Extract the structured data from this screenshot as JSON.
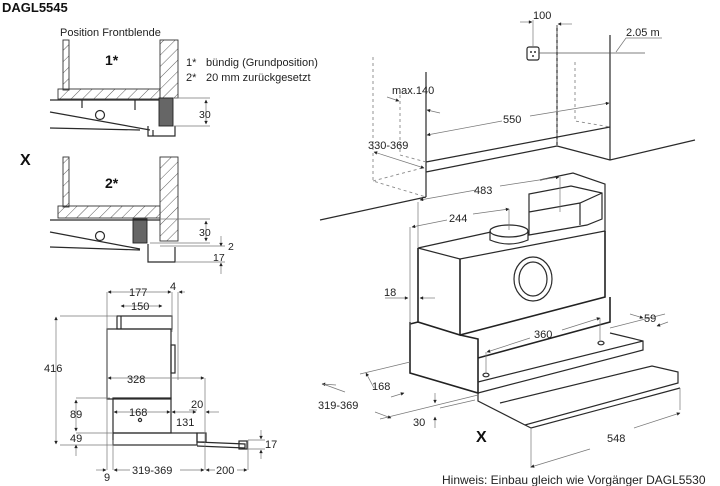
{
  "title": "DAGL5545",
  "detail_x": {
    "caption": "Position Frontblende",
    "marker": "X",
    "position_1": {
      "label": "1*",
      "dim_height": "30"
    },
    "position_2": {
      "label": "2*",
      "dim_height": "30",
      "dim_offset": "2",
      "dim_rail": "17"
    },
    "legend": [
      {
        "key": "1*",
        "text": "bündig (Grundposition)"
      },
      {
        "key": "2*",
        "text": "20 mm zurückgesetzt"
      }
    ]
  },
  "side_view": {
    "dims": {
      "width_total": "177",
      "collar_width": "150",
      "panel_offset": "4",
      "height_total": "416",
      "depth_328": "328",
      "height_89": "89",
      "height_49": "49",
      "depth_168": "168",
      "depth_131": "131",
      "offset_20": "20",
      "rail_17": "17",
      "offset_9": "9",
      "depth_range": "319-369",
      "extension_200": "200"
    }
  },
  "iso_view": {
    "marker": "X",
    "dims": {
      "socket_offset": "100",
      "socket_height": "2.05 m",
      "max_140": "max.140",
      "cabinet_width": "550",
      "cabinet_depth": "330-369",
      "width_483": "483",
      "width_244": "244",
      "side_18": "18",
      "hole_spacing": "360",
      "edge_59": "59",
      "depth_168": "168",
      "depth_range": "319-369",
      "front_30": "30",
      "front_width": "548"
    }
  },
  "note": "Hinweis: Einbau gleich wie Vorgänger DAGL5530"
}
